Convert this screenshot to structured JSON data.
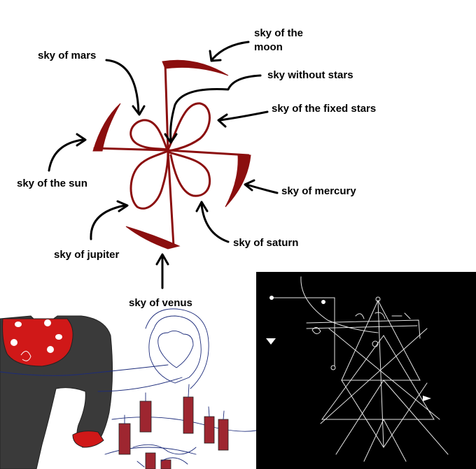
{
  "labels": {
    "moon_1": "sky of the",
    "moon_2": "moon",
    "mars": "sky of mars",
    "without_stars": "sky without stars",
    "fixed_stars": "sky of the fixed stars",
    "sun": "sky of the sun",
    "mercury": "sky of mercury",
    "saturn": "sky of saturn",
    "jupiter": "sky of jupiter",
    "venus": "sky of venus"
  },
  "colors": {
    "symbol_red": "#8b0e0e",
    "candle_red": "#9e2630",
    "figure_dark": "#3a3a3a",
    "chalk_bg": "#000000"
  }
}
